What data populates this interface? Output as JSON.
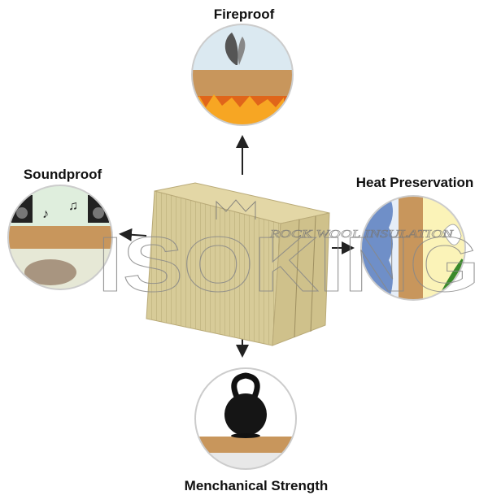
{
  "features": {
    "top": {
      "label": "Fireproof"
    },
    "left": {
      "label": "Soundproof"
    },
    "right": {
      "label": "Heat Preservation"
    },
    "bottom": {
      "label": "Menchanical Strength"
    }
  },
  "watermark": {
    "brand": "ISOKING",
    "tagline": "ROCK WOOL INSULATION"
  },
  "colors": {
    "wool": "#d9cc98",
    "board": "#c8965c",
    "fire": "#e0651a",
    "sky": "#6f8fc8"
  }
}
